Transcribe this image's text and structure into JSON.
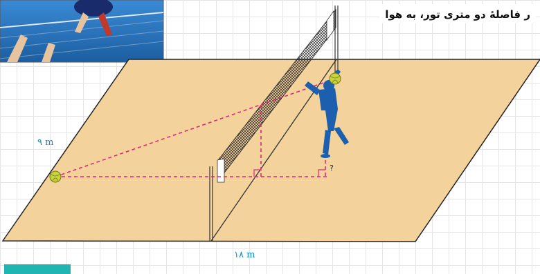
{
  "caption": "ر فاصلهٔ دو متری تور، به هوا",
  "labels": {
    "court_width": "۹ m",
    "court_length": "۱۸ m",
    "unknown_height": "?"
  },
  "colors": {
    "court_fill": "#f4d29c",
    "trajectory": "#e3257b",
    "player": "#1b5fae",
    "ball": "#c9d23a",
    "photo_sky": "#2a6fb0",
    "label_text": "#0e8fc4"
  },
  "icons": [
    "volleyball-icon",
    "player-silhouette-icon",
    "right-angle-icon"
  ]
}
